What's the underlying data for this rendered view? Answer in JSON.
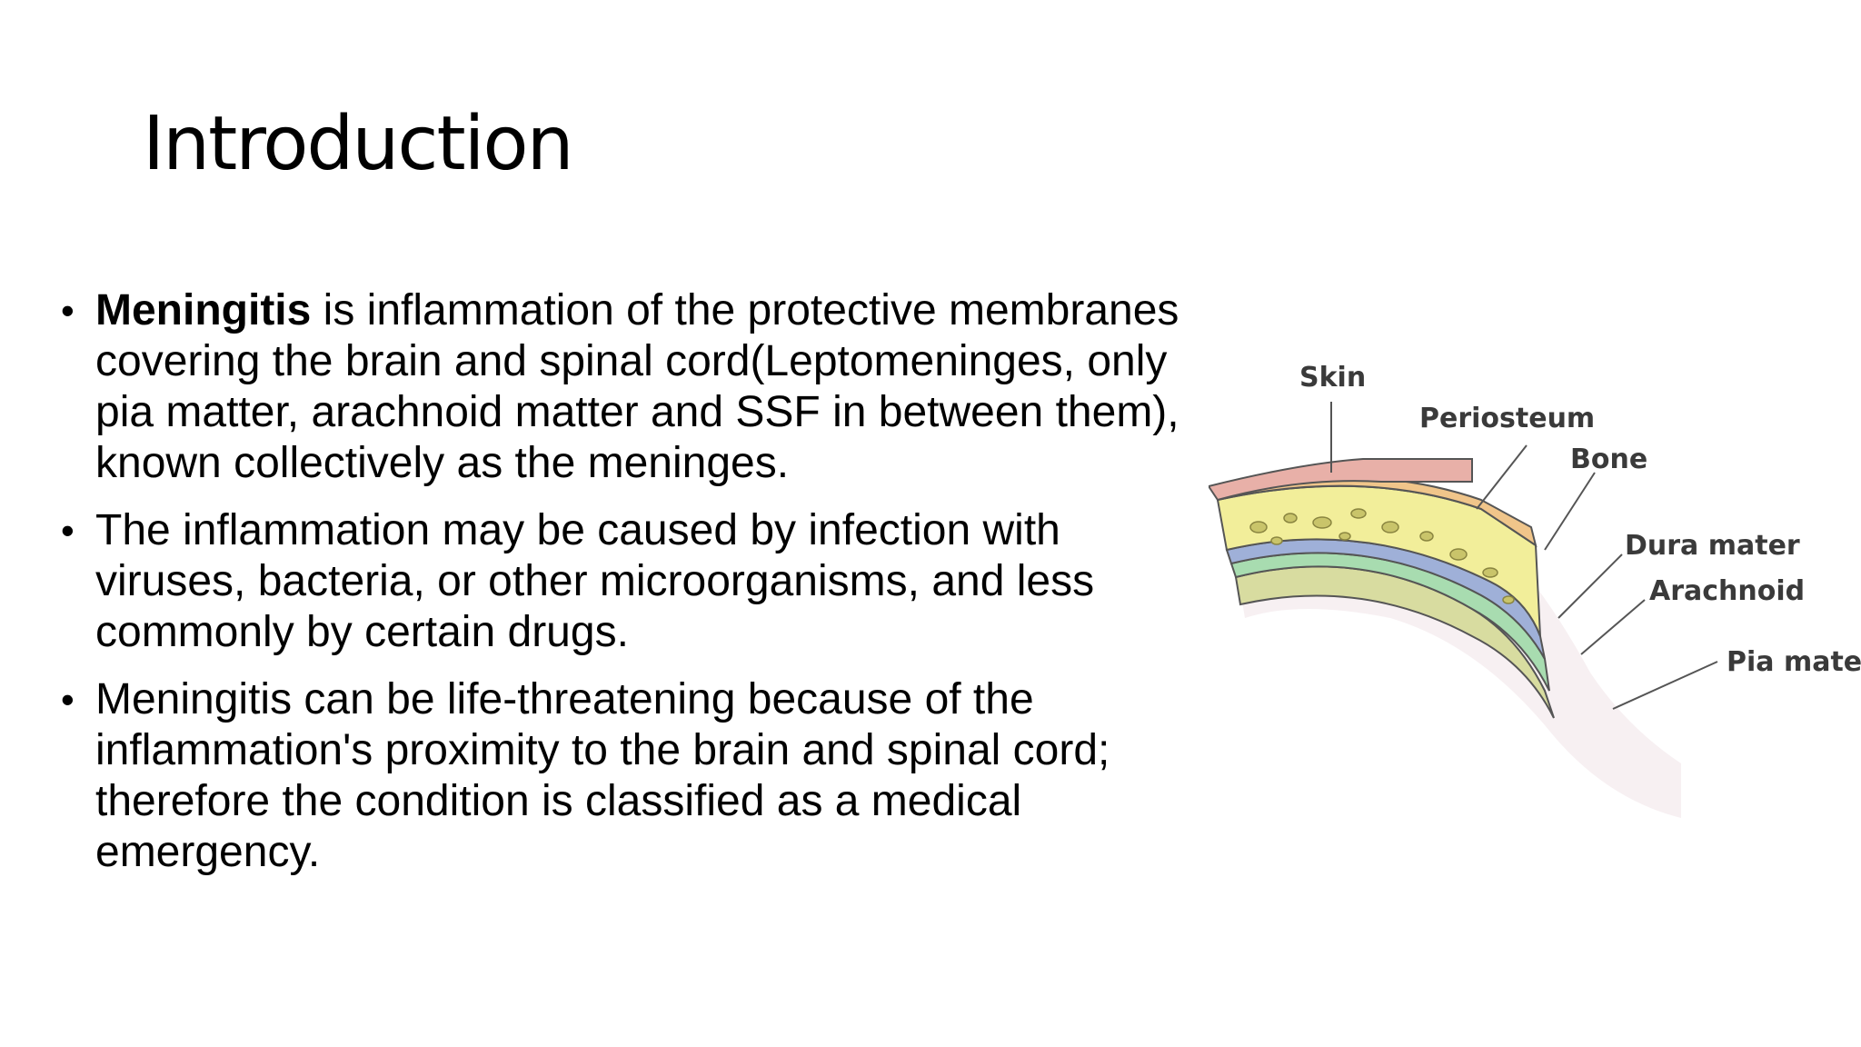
{
  "slide": {
    "title": "Introduction",
    "bullets": [
      {
        "bold_lead": "Meningitis",
        "text": " is inflammation of the protective membranes covering the brain and spinal cord(Leptomeninges, only pia matter, arachnoid matter and SSF in between them), known collectively as the meninges."
      },
      {
        "bold_lead": "",
        "text": " The inflammation may be caused by infection with viruses, bacteria, or other microorganisms, and less commonly by certain drugs."
      },
      {
        "bold_lead": "",
        "text": " Meningitis can be life-threatening because of the inflammation's proximity to the brain and spinal cord; therefore the condition is classified as a medical emergency."
      }
    ]
  },
  "figure": {
    "labels": {
      "skin": "Skin",
      "periosteum": "Periosteum",
      "bone": "Bone",
      "dura": "Dura mater",
      "arachnoid": "Arachnoid",
      "pia": "Pia mater"
    },
    "colors": {
      "skin": "#e8b0a8",
      "periosteum": "#f0c58a",
      "bone": "#f2ee9a",
      "bone_spots": "#c9c46a",
      "dura": "#9fb0d8",
      "arachnoid": "#a8dcb0",
      "pia": "#d8dca0",
      "brain": "#f7f0f2"
    }
  }
}
